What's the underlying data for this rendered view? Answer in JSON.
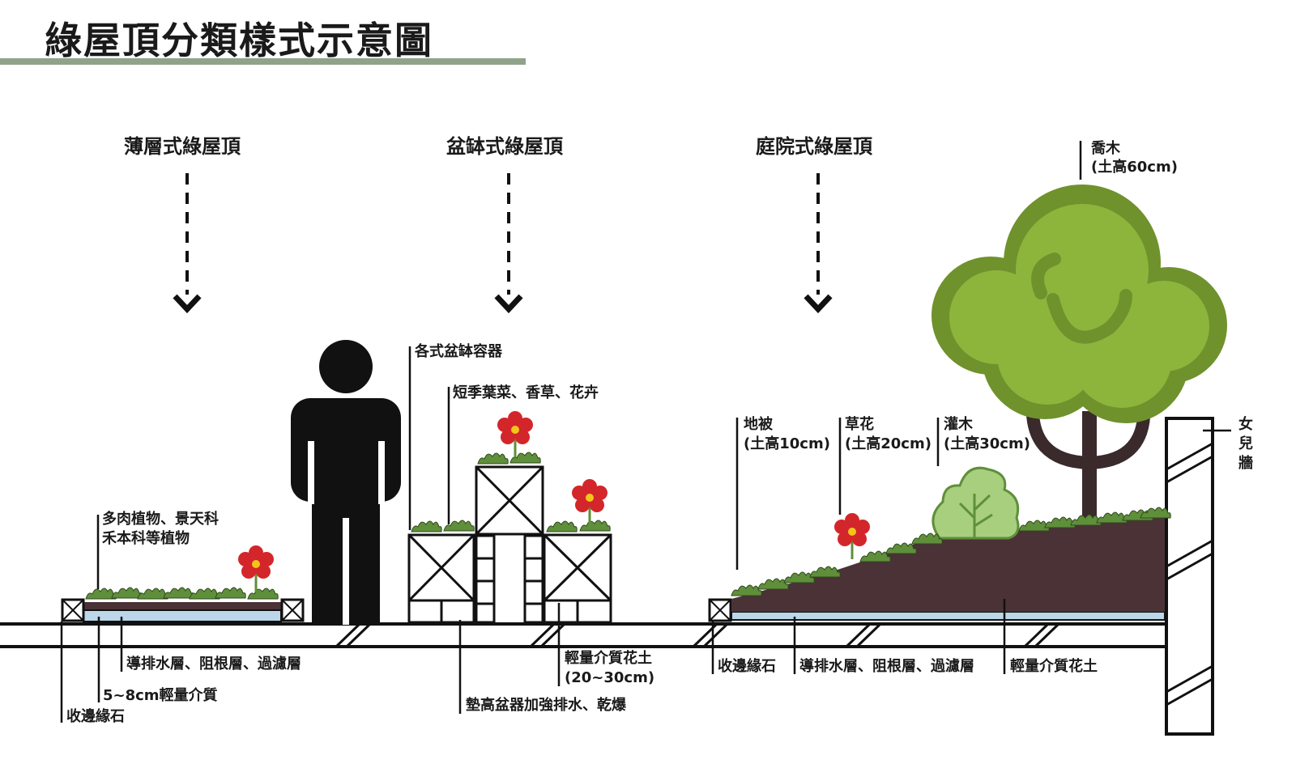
{
  "title": "綠屋頂分類樣式示意圖",
  "types": {
    "thin": "薄層式綠屋頂",
    "pot": "盆缽式綠屋頂",
    "garden": "庭院式綠屋頂"
  },
  "labels": {
    "succulent_1": "多肉植物、景天科",
    "succulent_2": "禾本科等植物",
    "drain_thin": "導排水層、阻根層、過濾層",
    "media_thin": "5~8cm輕量介質",
    "curb_thin": "收邊緣石",
    "containers": "各式盆缽容器",
    "veg_herbs": "短季葉菜、香草、花卉",
    "light_soil_pot_1": "輕量介質花土",
    "light_soil_pot_2": "(20~30cm)",
    "raise_pots": "墊高盆器加強排水、乾爆",
    "curb_garden": "收邊緣石",
    "drain_garden": "導排水層、阻根層、過濾層",
    "light_soil_garden": "輕量介質花土",
    "groundcover_1": "地被",
    "groundcover_2": "(土高10cm)",
    "flower_1": "草花",
    "flower_2": "(土高20cm)",
    "shrub_1": "灌木",
    "shrub_2": "(土高30cm)",
    "tree_1": "喬木",
    "tree_2": "(土高60cm)",
    "parapet": "女兒牆"
  },
  "colors": {
    "accent_bar": "#8fa38a",
    "soil": "#4a3236",
    "drain_layer": "#bcd6ea",
    "plant_green": "#5f8f3a",
    "tree_dark": "#6f922d",
    "tree_light": "#8db53c",
    "trunk": "#3a2a2c",
    "flower": "#d3262a",
    "flower_center": "#f3c51b"
  }
}
